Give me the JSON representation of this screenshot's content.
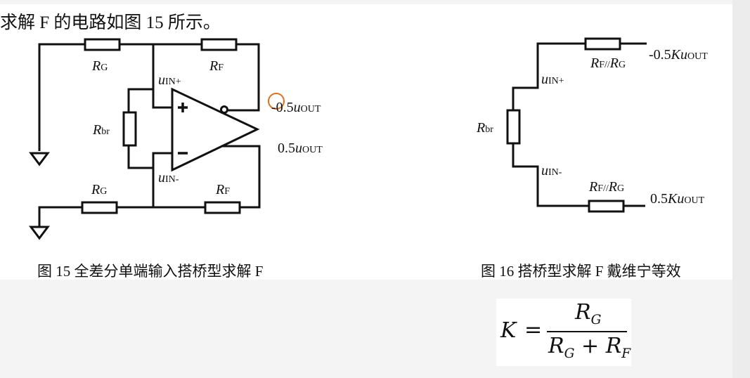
{
  "intro_text": "求解 F 的电路如图 15 所示。",
  "figure15": {
    "caption": "图 15 全差分单端输入搭桥型求解 F",
    "labels": {
      "rg_top": "G",
      "rg_bottom": "G",
      "rf_top": "F",
      "rf_bottom": "F",
      "rbr": "br",
      "uin_plus": "IN+",
      "uin_minus": "IN-",
      "out_neg": "-0.5",
      "out_pos": "0.5",
      "out_sub": "OUT"
    }
  },
  "figure16": {
    "caption": "图 16 搭桥型求解 F 戴维宁等效",
    "labels": {
      "r_top": "F//",
      "r_bottom": "F//",
      "rbr": "br",
      "uin_plus": "IN+",
      "uin_minus": "IN-",
      "out_neg": "-0.5",
      "out_pos": "0.5",
      "out_sub": "OUT"
    }
  },
  "formula": {
    "lhs": "K",
    "equals": "=",
    "numerator": "R",
    "numerator_sub": "G",
    "den_a": "R",
    "den_a_sub": "G",
    "plus": "+",
    "den_b": "R",
    "den_b_sub": "F"
  },
  "cursor_color": "#e07020"
}
